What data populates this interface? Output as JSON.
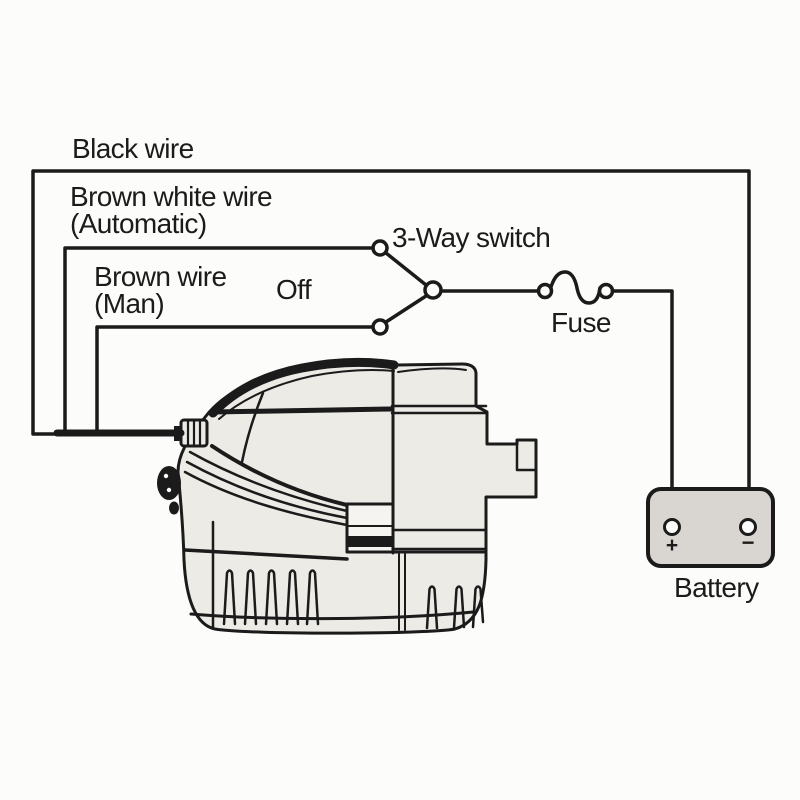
{
  "labels": {
    "black_wire": "Black wire",
    "brown_white_wire": "Brown white wire",
    "brown_white_mode": "(Automatic)",
    "brown_wire": "Brown wire",
    "brown_mode": "(Man)",
    "switch_off": "Off",
    "three_way_switch": "3-Way switch",
    "fuse": "Fuse",
    "battery": "Battery",
    "battery_positive": "+",
    "battery_negative": "−"
  },
  "colors": {
    "ink": "#1b1b1b",
    "paper": "#fcfcfa",
    "battery_fill": "#d9d6d1",
    "pump_fill": "#edebe6"
  }
}
